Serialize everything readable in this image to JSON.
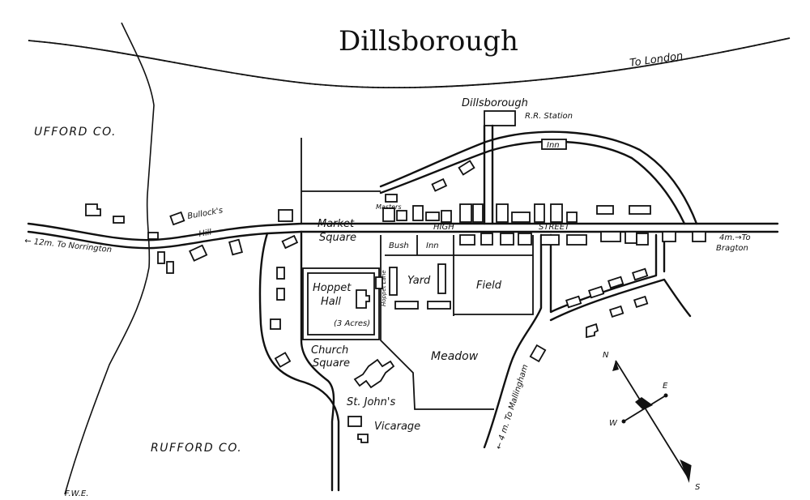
{
  "title": "Dillsborough",
  "counties": {
    "ufford": "UFFORD CO.",
    "rufford": "RUFFORD CO."
  },
  "railway": {
    "label": "To London",
    "station": "Dillsborough",
    "station_sub": "R.R. Station"
  },
  "roads": {
    "norrington": "← 12m. To Norrington",
    "bragton_line1": "4m.→To",
    "bragton_line2": "Bragton",
    "mallingham": "← 4 m. To Mallingham",
    "high_street": "HIGH",
    "high_street_2": "STREET",
    "bullocks": "Bullock's",
    "hill": "Hill"
  },
  "places": {
    "inn_top": "Inn",
    "market_square_1": "Market",
    "market_square_2": "Square",
    "masters": "Masters",
    "bush": "Bush",
    "inn": "Inn",
    "yard": "Yard",
    "field": "Field",
    "hoppet_hall_1": "Hoppet",
    "hoppet_hall_2": "Hall",
    "acres": "(3 Acres)",
    "hoppet_lane": "Hoppet Lane",
    "church_square_1": "Church",
    "church_square_2": "Square",
    "meadow": "Meadow",
    "st_johns": "St. John's",
    "vicarage": "Vicarage"
  },
  "compass": {
    "n": "N",
    "s": "S",
    "e": "E",
    "w": "W"
  },
  "signature": "F.W.E."
}
